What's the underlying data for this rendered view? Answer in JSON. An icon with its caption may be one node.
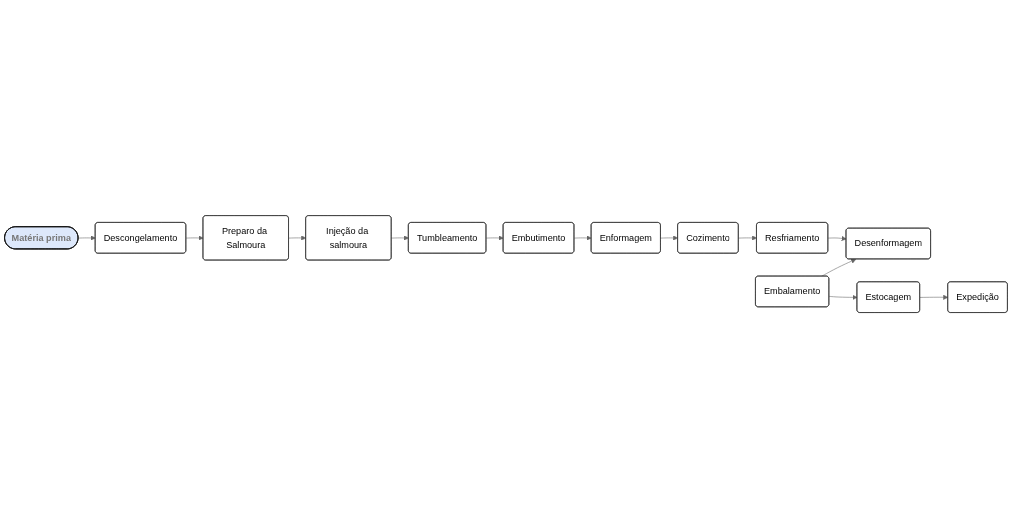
{
  "diagram": {
    "nodes": [
      {
        "text": [
          "Matéria prima"
        ]
      },
      {
        "text": [
          "Descongelamento"
        ]
      },
      {
        "text": [
          "Preparo da Salmoura"
        ]
      },
      {
        "text": [
          "Injeção da salmoura"
        ]
      },
      {
        "text": [
          "Tumbleamento"
        ]
      },
      {
        "text": [
          "Embutimento"
        ]
      },
      {
        "text": [
          "Enformagem"
        ]
      },
      {
        "text": [
          "Cozimento"
        ]
      },
      {
        "text": [
          "Resfriamento"
        ]
      },
      {
        "text": [
          "Desenformagem"
        ]
      },
      {
        "text": [
          "Embalamento"
        ]
      },
      {
        "text": [
          "Estocagem"
        ]
      },
      {
        "text": [
          "Expedição"
        ]
      }
    ],
    "edges": [
      {
        "from": 0,
        "to": 1,
        "arrow": "to"
      },
      {
        "from": 1,
        "to": 2,
        "arrow": "to"
      },
      {
        "from": 2,
        "to": 3,
        "arrow": "to"
      },
      {
        "from": 3,
        "to": 4,
        "arrow": "to"
      },
      {
        "from": 4,
        "to": 5,
        "arrow": "to"
      },
      {
        "from": 5,
        "to": 6,
        "arrow": "to"
      },
      {
        "from": 6,
        "to": 7,
        "arrow": "to"
      },
      {
        "from": 7,
        "to": 8,
        "arrow": "to"
      },
      {
        "from": 8,
        "to": 9,
        "arrow": "to"
      },
      {
        "from": 10,
        "to": 9,
        "arrow": "to"
      },
      {
        "from": 10,
        "to": 11,
        "arrow": "to"
      },
      {
        "from": 11,
        "to": 12,
        "arrow": "to"
      }
    ]
  }
}
